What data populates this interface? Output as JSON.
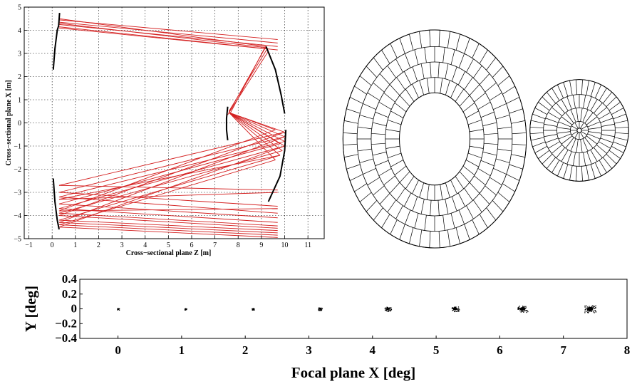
{
  "chart_data": [
    {
      "type": "line",
      "xlabel": "Cross−sectional plane Z [m]",
      "ylabel": "Cross−sectional plane X [m]",
      "xlim": [
        -1.2,
        11.7
      ],
      "ylim": [
        -5,
        5
      ],
      "xticks": [
        "−1",
        "0",
        "1",
        "2",
        "3",
        "4",
        "5",
        "6",
        "7",
        "8",
        "9",
        "10",
        "11"
      ],
      "yticks": [
        "5",
        "4",
        "3",
        "2",
        "1",
        "0",
        "−1",
        "−2",
        "−3",
        "−4",
        "−5"
      ],
      "grid": true,
      "colors": {
        "rays": "#d42020",
        "mirrors": "#000000"
      },
      "mirrors": [
        {
          "name": "primary-upper",
          "points": [
            [
              0.05,
              2.3
            ],
            [
              0.12,
              3.2
            ],
            [
              0.22,
              4.0
            ],
            [
              0.28,
              4.2
            ],
            [
              0.32,
              4.75
            ]
          ]
        },
        {
          "name": "primary-lower",
          "points": [
            [
              0.05,
              -2.4
            ],
            [
              0.12,
              -3.4
            ],
            [
              0.22,
              -4.2
            ],
            [
              0.3,
              -4.6
            ]
          ]
        },
        {
          "name": "secondary",
          "points": [
            [
              9.2,
              3.3
            ],
            [
              9.6,
              2.3
            ],
            [
              9.85,
              1.2
            ],
            [
              10.0,
              0.4
            ]
          ]
        },
        {
          "name": "secondary-lower",
          "points": [
            [
              10.05,
              -0.3
            ],
            [
              10.0,
              -1.2
            ],
            [
              9.8,
              -2.3
            ],
            [
              9.3,
              -3.4
            ]
          ]
        },
        {
          "name": "focal",
          "points": [
            [
              7.55,
              0.7
            ],
            [
              7.5,
              0.2
            ],
            [
              7.5,
              -0.3
            ],
            [
              7.55,
              -0.75
            ]
          ]
        }
      ],
      "ray_groups": [
        {
          "name": "upper-incoming",
          "segments": [
            [
              [
                0.3,
                4.45
              ],
              [
                9.7,
                3.6
              ]
            ],
            [
              [
                0.3,
                4.35
              ],
              [
                9.7,
                3.45
              ]
            ],
            [
              [
                0.3,
                4.25
              ],
              [
                9.7,
                3.3
              ]
            ],
            [
              [
                0.3,
                4.15
              ],
              [
                9.7,
                3.15
              ]
            ],
            [
              [
                0.3,
                4.5
              ],
              [
                9.2,
                3.3
              ]
            ],
            [
              [
                0.3,
                4.3
              ],
              [
                9.2,
                3.25
              ]
            ],
            [
              [
                0.3,
                4.1
              ],
              [
                9.2,
                3.2
              ]
            ]
          ]
        },
        {
          "name": "upper-to-focus",
          "segments": [
            [
              [
                9.2,
                3.3
              ],
              [
                7.6,
                0.45
              ]
            ],
            [
              [
                9.25,
                3.2
              ],
              [
                7.6,
                0.5
              ]
            ],
            [
              [
                9.15,
                3.25
              ],
              [
                7.65,
                0.4
              ]
            ],
            [
              [
                9.3,
                3.1
              ],
              [
                7.55,
                0.35
              ]
            ]
          ]
        },
        {
          "name": "lower-to-focus",
          "segments": [
            [
              [
                7.6,
                0.45
              ],
              [
                10.0,
                -0.4
              ]
            ],
            [
              [
                7.6,
                0.45
              ],
              [
                10.0,
                -0.6
              ]
            ],
            [
              [
                7.6,
                0.45
              ],
              [
                10.0,
                -0.8
              ]
            ],
            [
              [
                7.6,
                0.45
              ],
              [
                10.0,
                -1.0
              ]
            ],
            [
              [
                7.6,
                0.45
              ],
              [
                9.9,
                -1.2
              ]
            ],
            [
              [
                7.6,
                0.45
              ],
              [
                9.8,
                -1.4
              ]
            ],
            [
              [
                7.6,
                0.45
              ],
              [
                9.6,
                -1.6
              ]
            ],
            [
              [
                7.6,
                0.45
              ],
              [
                9.6,
                -0.3
              ]
            ],
            [
              [
                7.6,
                0.45
              ],
              [
                9.8,
                -0.9
              ]
            ]
          ]
        },
        {
          "name": "lower-fan",
          "segments": [
            [
              [
                10.0,
                -0.4
              ],
              [
                0.3,
                -2.7
              ]
            ],
            [
              [
                10.0,
                -0.6
              ],
              [
                0.3,
                -3.0
              ]
            ],
            [
              [
                10.0,
                -0.8
              ],
              [
                0.3,
                -3.2
              ]
            ],
            [
              [
                10.0,
                -1.0
              ],
              [
                0.3,
                -3.7
              ]
            ],
            [
              [
                9.9,
                -1.2
              ],
              [
                0.3,
                -3.9
              ]
            ],
            [
              [
                9.8,
                -1.4
              ],
              [
                0.3,
                -4.2
              ]
            ],
            [
              [
                9.6,
                -1.6
              ],
              [
                0.3,
                -4.4
              ]
            ],
            [
              [
                9.8,
                -0.9
              ],
              [
                0.3,
                -3.5
              ]
            ],
            [
              [
                10.0,
                -0.4
              ],
              [
                0.3,
                -4.0
              ]
            ],
            [
              [
                10.0,
                -1.0
              ],
              [
                0.3,
                -4.5
              ]
            ],
            [
              [
                9.6,
                -0.3
              ],
              [
                0.3,
                -3.8
              ]
            ],
            [
              [
                9.8,
                -1.4
              ],
              [
                0.3,
                -3.3
              ]
            ],
            [
              [
                10.0,
                -0.6
              ],
              [
                0.3,
                -4.3
              ]
            ]
          ]
        },
        {
          "name": "lower-horizontal",
          "segments": [
            [
              [
                0.3,
                -2.7
              ],
              [
                9.7,
                -2.9
              ]
            ],
            [
              [
                0.3,
                -3.0
              ],
              [
                9.7,
                -3.6
              ]
            ],
            [
              [
                0.3,
                -3.2
              ],
              [
                9.7,
                -3.9
              ]
            ],
            [
              [
                0.3,
                -3.5
              ],
              [
                9.7,
                -4.1
              ]
            ],
            [
              [
                0.3,
                -3.7
              ],
              [
                9.7,
                -4.3
              ]
            ],
            [
              [
                0.3,
                -3.9
              ],
              [
                9.7,
                -4.45
              ]
            ],
            [
              [
                0.3,
                -4.0
              ],
              [
                9.7,
                -4.55
              ]
            ],
            [
              [
                0.3,
                -4.2
              ],
              [
                9.7,
                -4.65
              ]
            ],
            [
              [
                0.3,
                -4.3
              ],
              [
                9.7,
                -4.75
              ]
            ],
            [
              [
                0.3,
                -4.4
              ],
              [
                9.7,
                -4.85
              ]
            ],
            [
              [
                0.3,
                -4.5
              ],
              [
                9.7,
                -4.95
              ]
            ],
            [
              [
                0.3,
                -3.8
              ],
              [
                9.7,
                -3.7
              ]
            ],
            [
              [
                0.3,
                -3.3
              ],
              [
                9.7,
                -3.0
              ]
            ]
          ]
        }
      ]
    },
    {
      "type": "diagram",
      "colors": {
        "lines": "#000000"
      },
      "segmented_mirrors": [
        {
          "name": "primary-mirror",
          "rings": [
            {
              "rx": 0.42,
              "ry": 0.48,
              "segments": 40
            },
            {
              "rx": 0.54,
              "ry": 0.6,
              "segments": 44
            },
            {
              "rx": 0.66,
              "ry": 0.72,
              "segments": 48
            },
            {
              "rx": 0.78,
              "ry": 0.85,
              "segments": 56
            }
          ],
          "inner": {
            "rx": 0.3,
            "ry": 0.36
          }
        },
        {
          "name": "secondary-mirror",
          "rings": [
            {
              "rx": 0.12,
              "ry": 0.12,
              "segments": 12
            },
            {
              "rx": 0.3,
              "ry": 0.3,
              "segments": 24
            },
            {
              "rx": 0.48,
              "ry": 0.48,
              "segments": 36
            },
            {
              "rx": 0.66,
              "ry": 0.68,
              "segments": 48
            }
          ],
          "inner": {
            "rx": 0.03,
            "ry": 0.03
          }
        }
      ]
    },
    {
      "type": "scatter",
      "xlabel": "Focal plane X [deg]",
      "ylabel": "Y [deg]",
      "xlim": [
        -0.6,
        8.0
      ],
      "ylim": [
        -0.4,
        0.4
      ],
      "xticks": [
        "0",
        "1",
        "2",
        "3",
        "4",
        "5",
        "6",
        "7",
        "8"
      ],
      "yticks": [
        "0.4",
        "0.2",
        "0",
        "−0.2",
        "−0.4"
      ],
      "grid": false,
      "spots": [
        {
          "x": 0.0,
          "y": 0.0,
          "spread": 0.01
        },
        {
          "x": 1.06,
          "y": 0.0,
          "spread": 0.015
        },
        {
          "x": 2.12,
          "y": 0.0,
          "spread": 0.02
        },
        {
          "x": 3.18,
          "y": 0.0,
          "spread": 0.04
        },
        {
          "x": 4.24,
          "y": 0.0,
          "spread": 0.06
        },
        {
          "x": 5.3,
          "y": 0.0,
          "spread": 0.07
        },
        {
          "x": 6.36,
          "y": 0.0,
          "spread": 0.09
        },
        {
          "x": 7.42,
          "y": 0.0,
          "spread": 0.1
        }
      ]
    }
  ]
}
